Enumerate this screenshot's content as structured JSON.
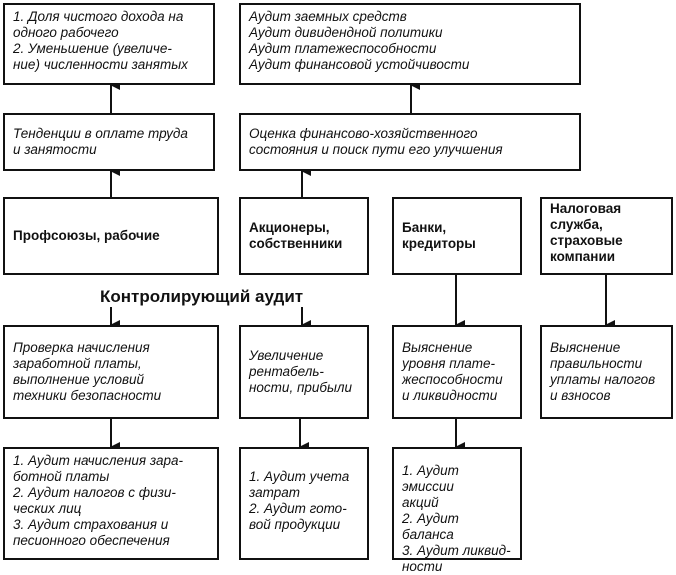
{
  "heading": "Контролирующий аудит",
  "boxes": {
    "result_labor": "1. Доля чистого дохода на\nодного рабочего\n2. Уменьшение  (увеличе-\nние) численности занятых",
    "result_finance": "Аудит заемных средств\nАудит дивидендной политики\nАудит платежеспособности\nАудит финансовой устойчивости",
    "trend_labor": "Тенденции в оплате труда\nи занятости",
    "trend_finance": "Оценка финансово-хозяйственного\nсостояния и поиск пути его улучшения",
    "party_unions": "Профсоюзы, рабочие",
    "party_shareholders": "Акционеры,\nсобственники",
    "party_banks": "Банки,\nкредиторы",
    "party_tax": "Налоговая\nслужба,\nстраховые\nкомпании",
    "task_unions": "Проверка начисления\nзаработной платы,\nвыполнение условий\nтехники безопасности",
    "task_shareholders": "Увеличение\nрентабель-\nности, прибыли",
    "task_banks": "Выяснение\nуровня плате-\nжеспособности\nи ликвидности",
    "task_tax": "Выяснение\nправильности\nуплаты налогов\nи взносов",
    "audit_unions": "1. Аудит начисления зара-\nботной платы\n2. Аудит налогов с физи-\nческих лиц\n3. Аудит страхования и\nпесионного обеспечения",
    "audit_shareholders": "1. Аудит учета\nзатрат\n2. Аудит гото-\nвой продукции",
    "audit_banks": "1. Аудит эмиссии\nакций\n2. Аудит баланса\n3. Аудит ликвид-\nности"
  },
  "colors": {
    "line": "#111111",
    "background": "#ffffff"
  }
}
